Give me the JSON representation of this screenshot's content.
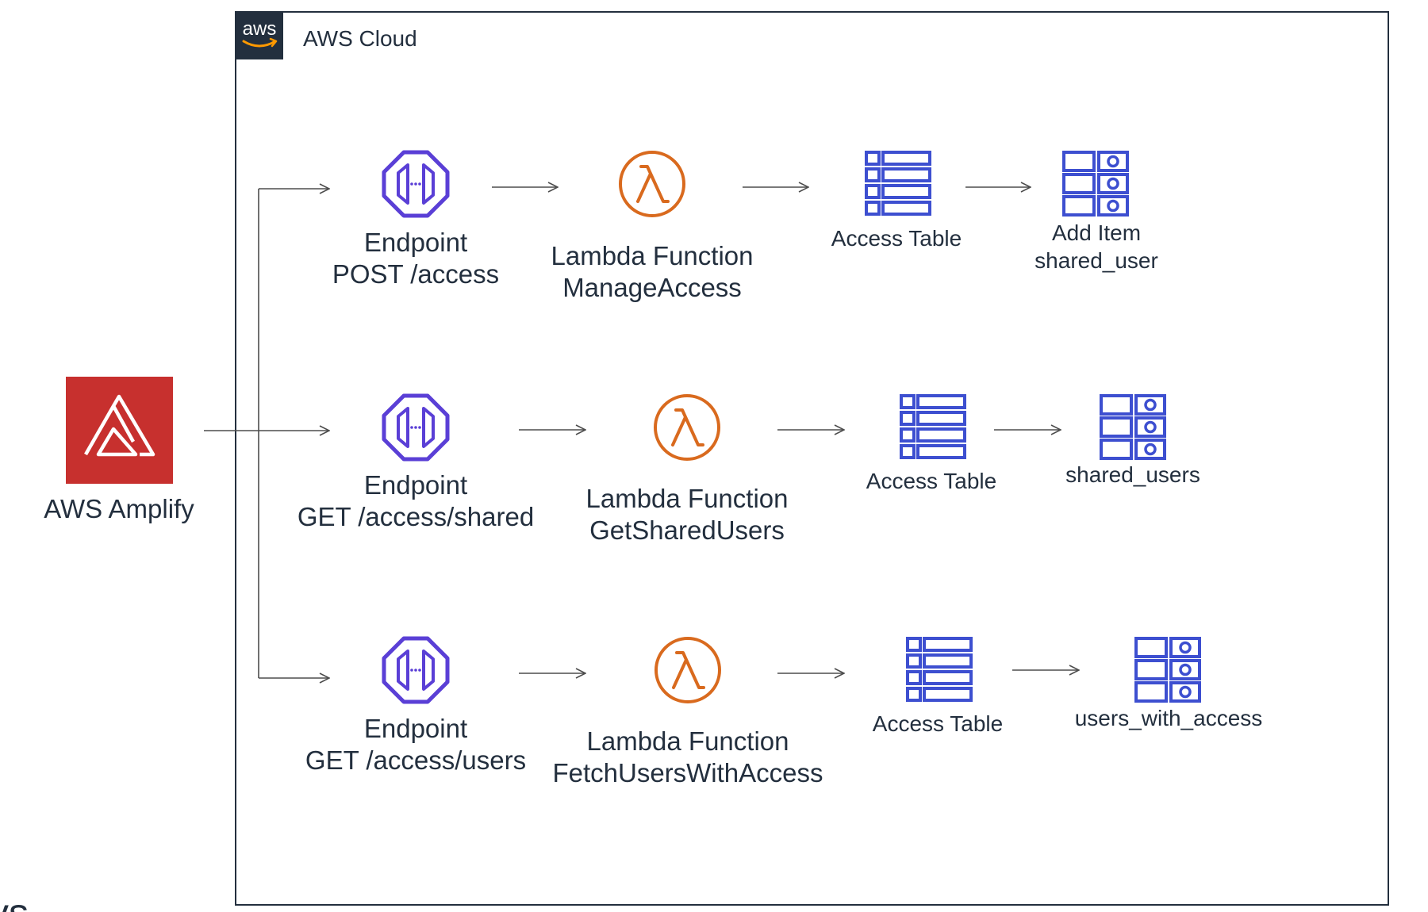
{
  "cloud": {
    "logo_text": "aws",
    "title": "AWS Cloud"
  },
  "amplify": {
    "label": "AWS Amplify",
    "color": "#c7302e"
  },
  "corner_text": "vs",
  "colors": {
    "api": "#5a3fd6",
    "lambda": "#d96a1e",
    "dynamo": "#3d4fd0",
    "line": "#4d4d4d",
    "logo_bg": "#232f3e"
  },
  "rows": [
    {
      "endpoint": {
        "title": "Endpoint",
        "route": "POST /access"
      },
      "lambda": {
        "title": "Lambda Function",
        "name": "ManageAccess"
      },
      "table": {
        "label": "Access Table"
      },
      "item": {
        "line1": "Add Item",
        "line2": "shared_user"
      }
    },
    {
      "endpoint": {
        "title": "Endpoint",
        "route": "GET /access/shared"
      },
      "lambda": {
        "title": "Lambda Function",
        "name": "GetSharedUsers"
      },
      "table": {
        "label": "Access Table"
      },
      "item": {
        "line1": "shared_users",
        "line2": ""
      }
    },
    {
      "endpoint": {
        "title": "Endpoint",
        "route": "GET /access/users"
      },
      "lambda": {
        "title": "Lambda Function",
        "name": "FetchUsersWithAccess"
      },
      "table": {
        "label": "Access Table"
      },
      "item": {
        "line1": "users_with_access",
        "line2": ""
      }
    }
  ]
}
